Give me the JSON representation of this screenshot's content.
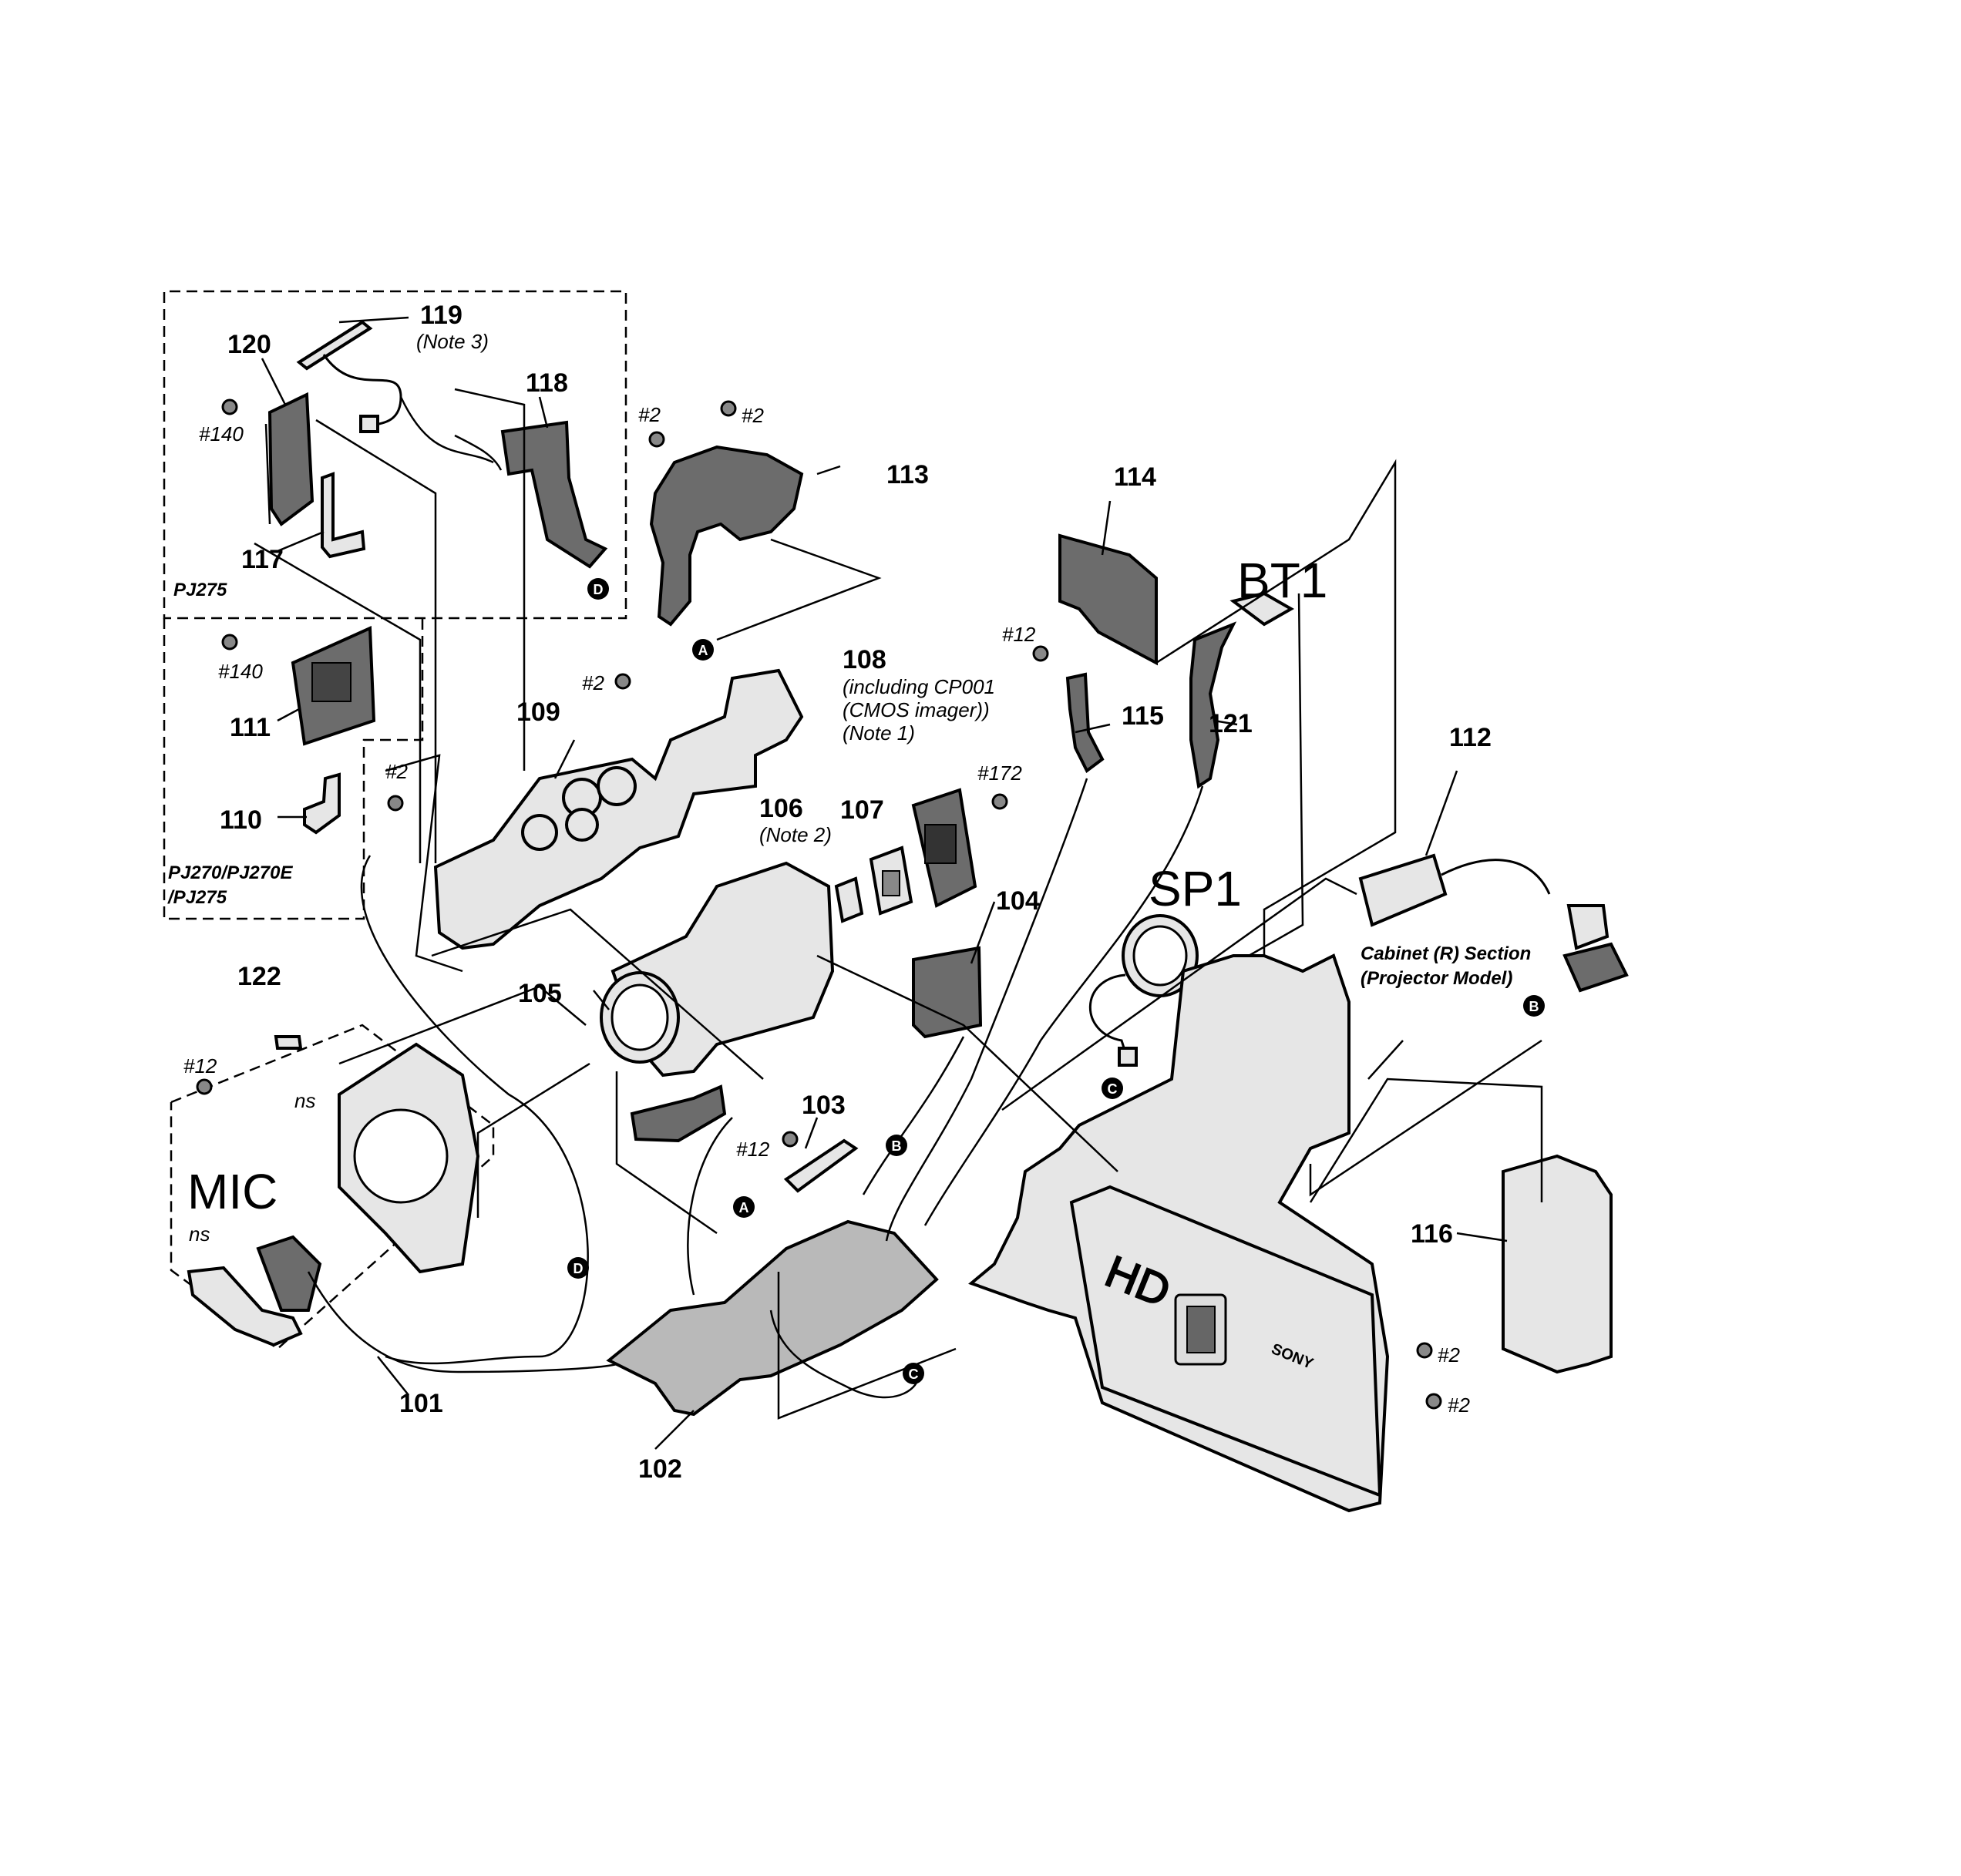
{
  "labels": {
    "p101": "101",
    "p102": "102",
    "p103": "103",
    "p104": "104",
    "p105": "105",
    "p106": "106",
    "p107": "107",
    "p108": "108",
    "p109": "109",
    "p110": "110",
    "p111": "111",
    "p112": "112",
    "p113": "113",
    "p114": "114",
    "p115": "115",
    "p116": "116",
    "p117": "117",
    "p118": "118",
    "p119": "119",
    "p120": "120",
    "p121": "121",
    "p122": "122",
    "mic": "MIC",
    "sp1": "SP1",
    "bt1": "BT1",
    "ns": "ns"
  },
  "notes": {
    "note3": "(Note 3)",
    "note2": "(Note 2)",
    "note1": "(Note 1)",
    "including": "(including CP001",
    "cmos": "(CMOS imager))"
  },
  "screws": {
    "s2": "#2",
    "s12": "#12",
    "s140": "#140",
    "s172": "#172"
  },
  "sections": {
    "pj275": "PJ275",
    "pj270_line1": "PJ270/PJ270E",
    "pj270_line2": "/PJ275",
    "cabinet_line1": "Cabinet (R) Section",
    "cabinet_line2": "(Projector Model)"
  },
  "refs": {
    "a": "A",
    "b": "B",
    "c": "C",
    "d": "D"
  },
  "brand": {
    "hd": "HD",
    "sony": "SONY"
  }
}
